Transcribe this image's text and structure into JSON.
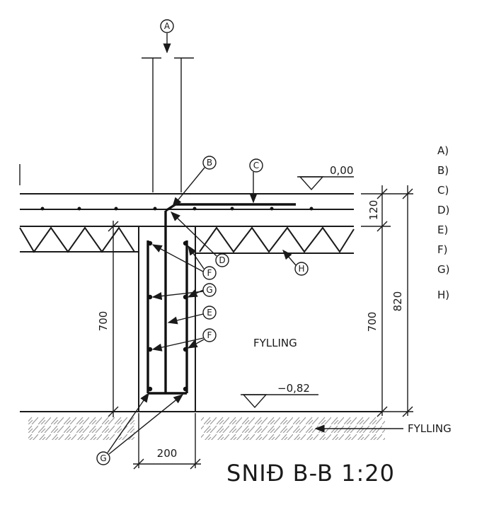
{
  "drawing": {
    "title": "SNIÐ B-B 1:20",
    "legend_letters": [
      "A)",
      "B)",
      "C)",
      "D)",
      "E)",
      "F)",
      "G)",
      "H)"
    ],
    "callouts": {
      "a": "A",
      "b": "B",
      "c": "C",
      "d": "D",
      "h": "H",
      "f1": "F",
      "g1": "G",
      "e": "E",
      "f2": "F",
      "g2": "G"
    },
    "levels": {
      "top": "0,00",
      "bottom": "−0,82"
    },
    "dimensions": {
      "slab": "120",
      "footing_depth_left": "700",
      "footing_depth_right": "700",
      "total": "820",
      "footing_width": "200"
    },
    "labels": {
      "fill_area": "FYLLING",
      "fill_arrow": "FYLLING"
    }
  }
}
